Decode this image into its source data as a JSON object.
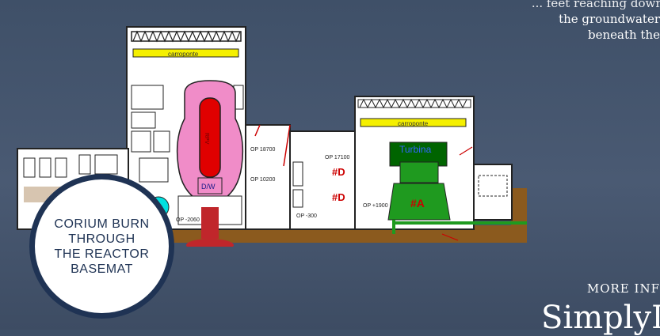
{
  "top_text": {
    "line1": "... feet reaching down",
    "line2": "the groundwater",
    "line3": "beneath the"
  },
  "diagram": {
    "crane_left": "carroponte",
    "crane_right": "carroponte",
    "turbine": "Turbina",
    "drywell": "D/W",
    "rpv": "RPV",
    "op_18700": "OP 18700",
    "op_17100": "OP 17100",
    "op_10200": "OP 10200",
    "op_300": "OP -300",
    "op_1900": "OP +1900",
    "op_2060": "OP -2060",
    "unit_d_upper": "#D",
    "unit_d_lower": "#D",
    "unit_a": "#A"
  },
  "circle": {
    "line1": "CORIUM BURN",
    "line2": "THROUGH",
    "line3": "THE REACTOR",
    "line4": "BASEMAT"
  },
  "more_info": "MORE INF",
  "brand": "SimplyI",
  "colors": {
    "background": "#4a5a73",
    "crane": "#f5f000",
    "containment": "#f08cc8",
    "vessel": "#e00000",
    "turbine_dark": "#006400",
    "turbine": "#1f9a1f",
    "pool": "#00e0e0",
    "ground": "#8b5a1e",
    "corium": "#c0262b",
    "circle_border": "#1f3354"
  }
}
